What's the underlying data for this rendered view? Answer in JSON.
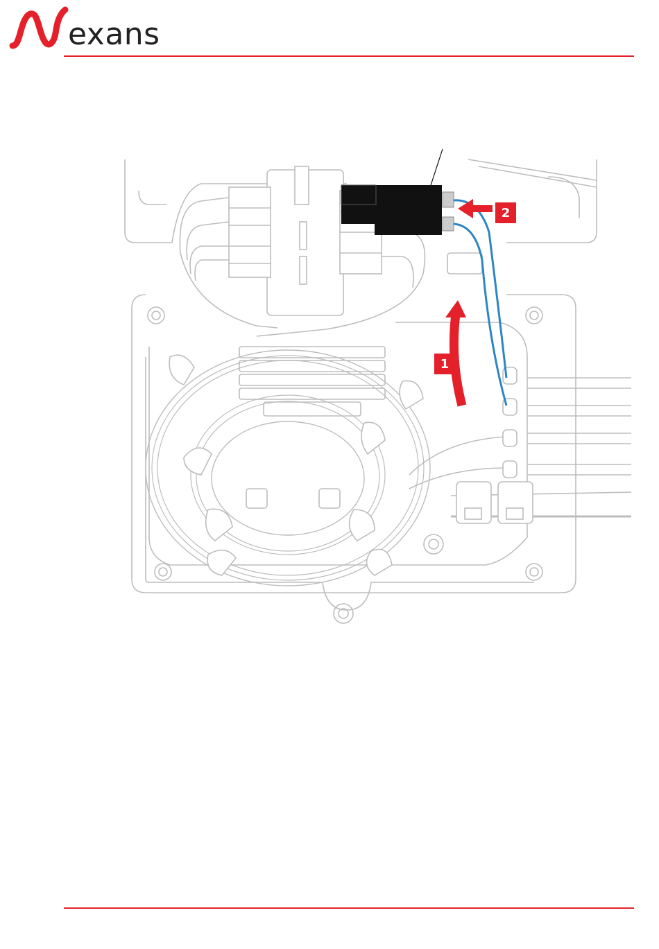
{
  "header": {
    "logo_text": "exans",
    "logo_mark_letter": "N"
  },
  "figure": {
    "steps": [
      "1",
      "2"
    ]
  },
  "colors": {
    "brand_red": "#e4202a",
    "arrow_red": "#e4202a",
    "fiber_blue": "#2b86c3",
    "line_grey": "#bdbdbd",
    "connector_black": "#111111"
  }
}
